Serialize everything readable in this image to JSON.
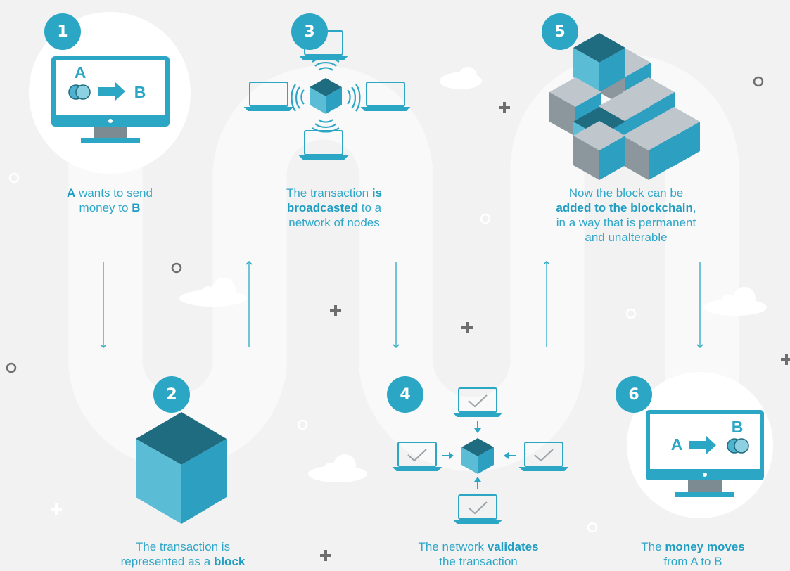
{
  "steps": [
    {
      "number": "1",
      "caption_parts": [
        {
          "t": "A",
          "b": true
        },
        {
          "t": " wants to send",
          "b": false
        },
        {
          "br": true
        },
        {
          "t": "money to ",
          "b": false
        },
        {
          "t": "B",
          "b": true
        }
      ],
      "screen": {
        "from": "A",
        "to": "B"
      }
    },
    {
      "number": "2",
      "caption_parts": [
        {
          "t": "The transaction is",
          "b": false
        },
        {
          "br": true
        },
        {
          "t": "represented as a ",
          "b": false
        },
        {
          "t": "block",
          "b": true
        }
      ]
    },
    {
      "number": "3",
      "caption_parts": [
        {
          "t": "The transaction ",
          "b": false
        },
        {
          "t": "is",
          "b": true
        },
        {
          "br": true
        },
        {
          "t": "broadcasted",
          "b": true
        },
        {
          "t": " to a",
          "b": false
        },
        {
          "br": true
        },
        {
          "t": "network of nodes",
          "b": false
        }
      ]
    },
    {
      "number": "4",
      "caption_parts": [
        {
          "t": "The network ",
          "b": false
        },
        {
          "t": "validates",
          "b": true
        },
        {
          "br": true
        },
        {
          "t": "the transaction",
          "b": false
        }
      ]
    },
    {
      "number": "5",
      "caption_parts": [
        {
          "t": "Now the block can be",
          "b": false
        },
        {
          "br": true
        },
        {
          "t": "added to the blockchain",
          "b": true
        },
        {
          "t": ",",
          "b": false
        },
        {
          "br": true
        },
        {
          "t": "in a way that is permanent",
          "b": false
        },
        {
          "br": true
        },
        {
          "t": "and unalterable",
          "b": false
        }
      ]
    },
    {
      "number": "6",
      "caption_parts": [
        {
          "t": "The ",
          "b": false
        },
        {
          "t": "money moves",
          "b": true
        },
        {
          "br": true
        },
        {
          "t": "from A to B",
          "b": false
        }
      ],
      "screen": {
        "from": "A",
        "to": "B"
      }
    }
  ],
  "colors": {
    "accent": "#2ba7c5",
    "cube_top": "#1f6b80",
    "cube_left": "#5bbcd6",
    "cube_right": "#2d9fc0",
    "gray_top": "#bfc7cc",
    "gray_left": "#8b979d",
    "gray_right": "#6f7b82",
    "background": "#f2f2f2"
  }
}
